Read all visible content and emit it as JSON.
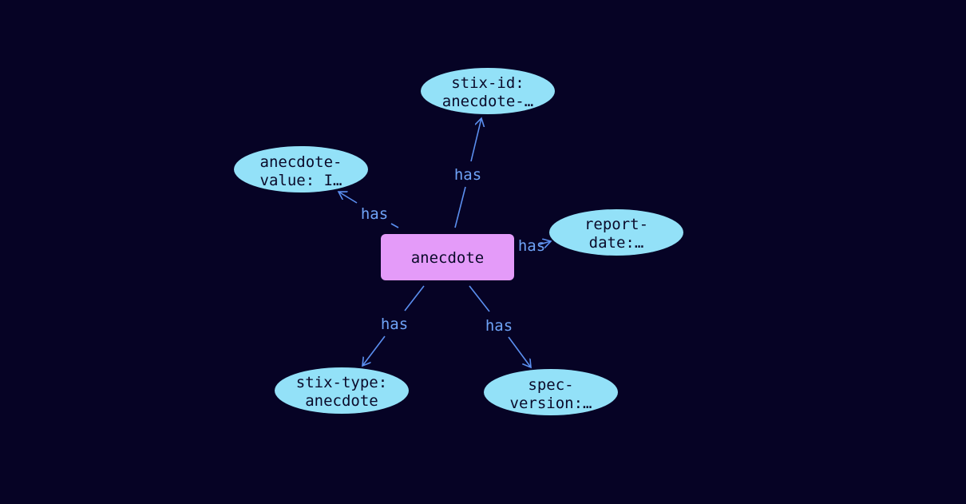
{
  "colors": {
    "background": "#060325",
    "center_node": "#e49bf9",
    "property_node": "#93e1f8",
    "edge": "#5b8ff0",
    "edge_label": "#6fa3f7"
  },
  "center": {
    "label": "anecdote"
  },
  "edges": [
    {
      "label": "has",
      "target": [
        "stix-id:",
        "anecdote-…"
      ]
    },
    {
      "label": "has",
      "target": [
        "anecdote-",
        "value: I…"
      ]
    },
    {
      "label": "has",
      "target": [
        "report-",
        "date:…"
      ]
    },
    {
      "label": "has",
      "target": [
        "stix-type:",
        "anecdote"
      ]
    },
    {
      "label": "has",
      "target": [
        "spec-",
        "version:…"
      ]
    }
  ]
}
